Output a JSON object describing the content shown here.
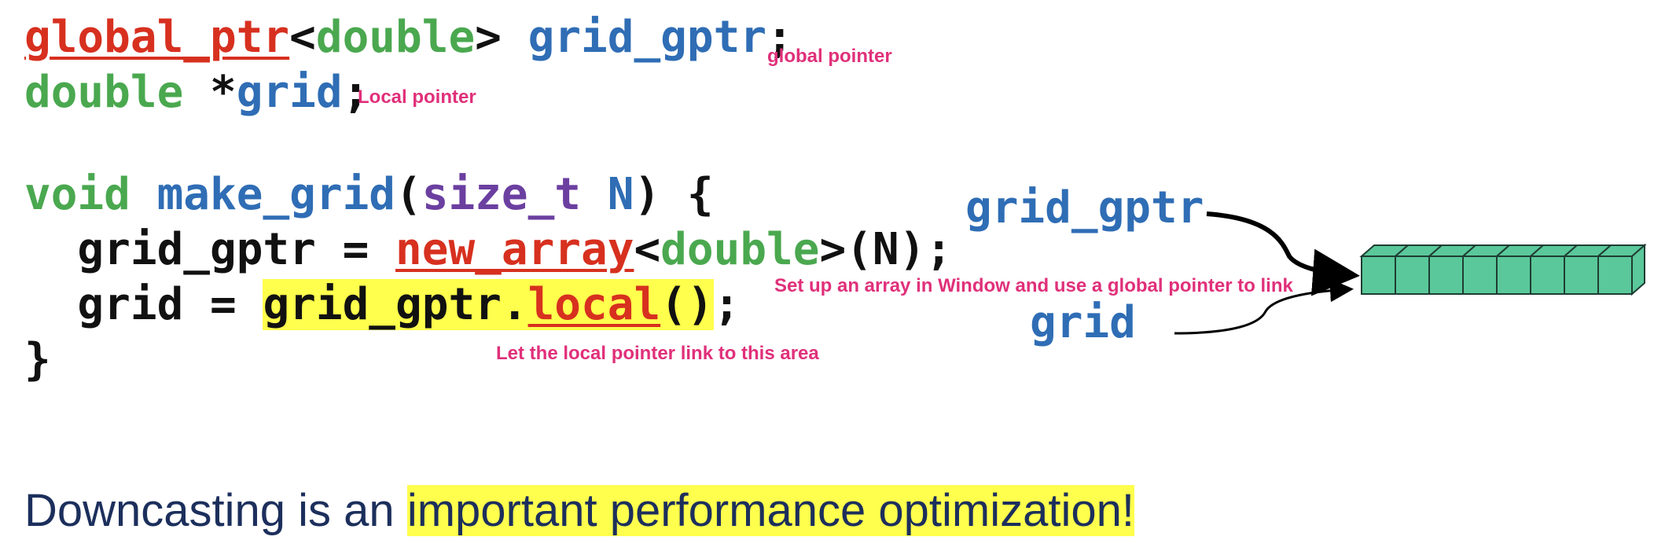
{
  "code": {
    "line1": {
      "kw": "global_ptr",
      "lt": "<",
      "type": "double",
      "gt": ">",
      "space": " ",
      "var": "grid_gptr",
      "semi": ";"
    },
    "line2": {
      "type": "double",
      "star": " *",
      "var": "grid",
      "semi": ";"
    },
    "line4": {
      "kw": "void",
      "space": " ",
      "fn": "make_grid",
      "open": "(",
      "ptype": "size_t",
      "space2": " ",
      "param": "N",
      "close": ") {"
    },
    "line5": {
      "lhs": "  grid_gptr = ",
      "fn": "new_array",
      "lt": "<",
      "type": "double",
      "rest": ">(N);"
    },
    "line6": {
      "lhs": "  grid = ",
      "obj": "grid_gptr.",
      "method": "local",
      "call": "()",
      "semi": ";"
    },
    "line7": {
      "close": "}"
    }
  },
  "annotations": {
    "global_pointer": "global pointer",
    "local_pointer": "Local pointer",
    "setup_array": "Set up an array in Window and use a global pointer to link",
    "local_link": "Let the local pointer link to this area"
  },
  "diagram": {
    "label_gptr": "grid_gptr",
    "label_grid": "grid",
    "array_cells": 8,
    "cell_color": "#5ac89a"
  },
  "footer": {
    "prefix": "Downcasting is an ",
    "highlight": "important performance optimization!"
  }
}
